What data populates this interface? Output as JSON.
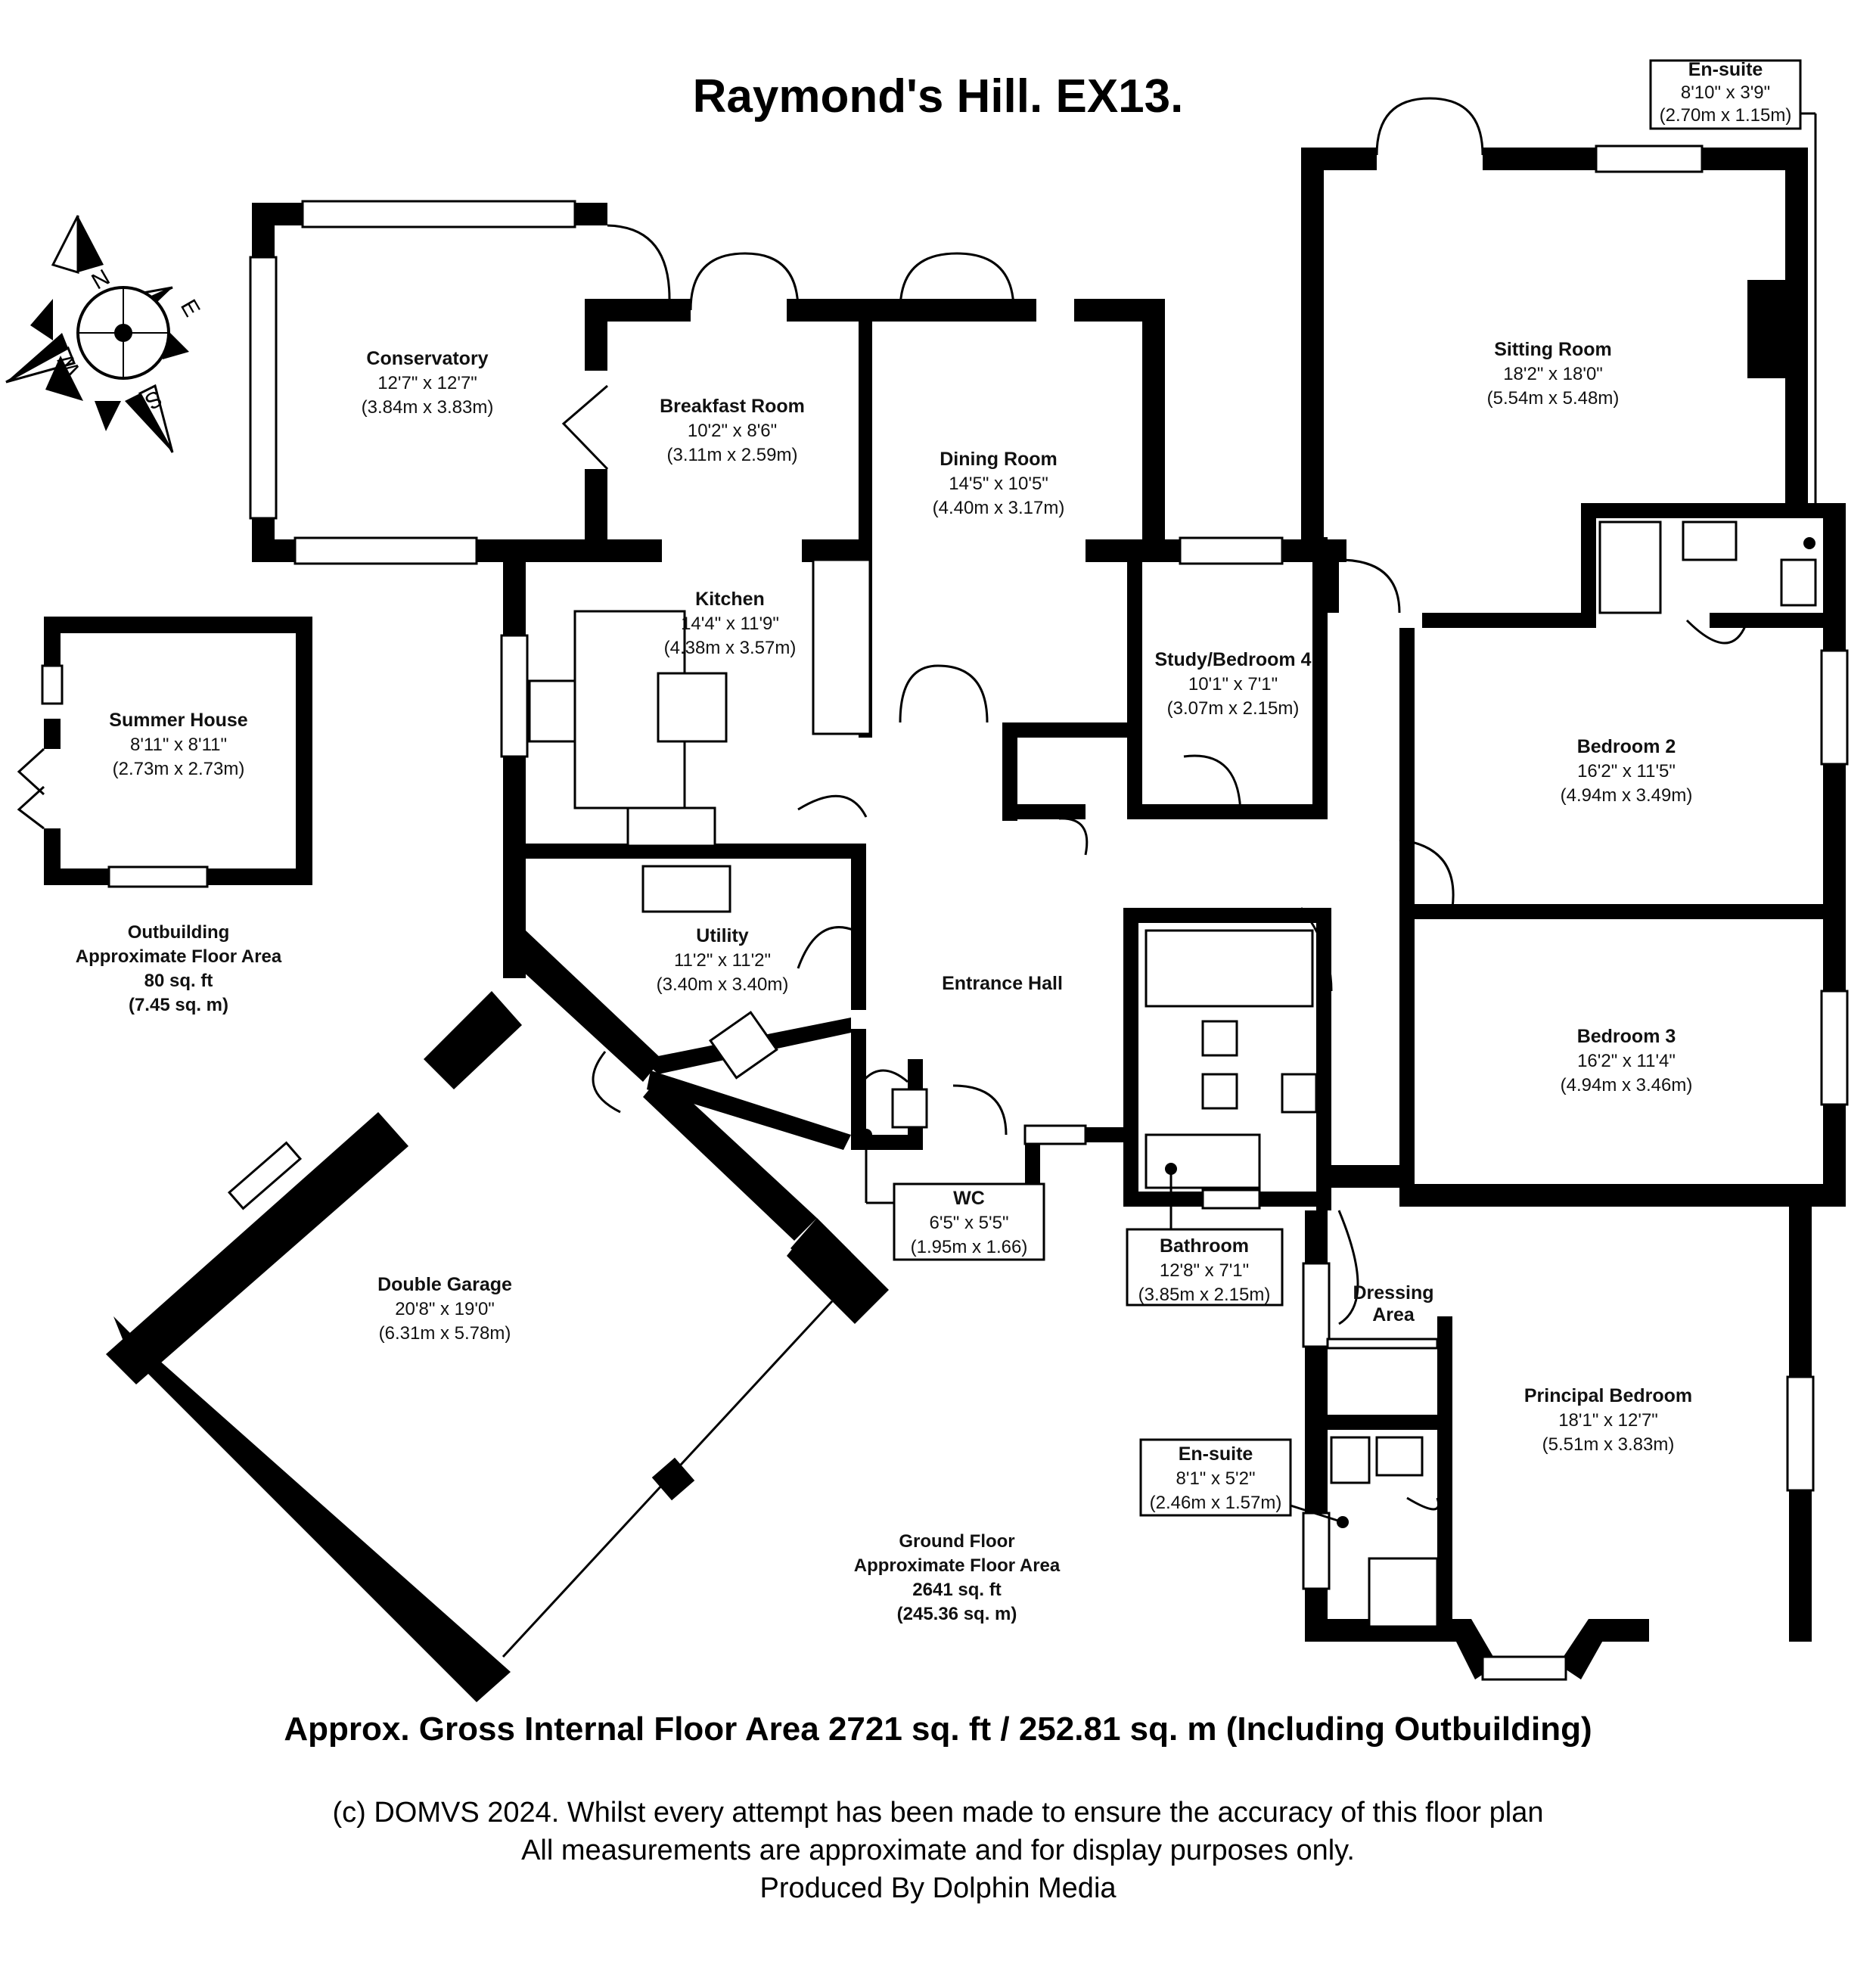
{
  "title": "Raymond's Hill. EX13.",
  "compass": {
    "n": "N",
    "e": "E",
    "s": "S",
    "w": "W"
  },
  "rooms": {
    "conservatory": {
      "name": "Conservatory",
      "imperial": "12'7\" x 12'7\"",
      "metric": "(3.84m x 3.83m)"
    },
    "breakfast": {
      "name": "Breakfast Room",
      "imperial": "10'2\" x 8'6\"",
      "metric": "(3.11m x 2.59m)"
    },
    "dining": {
      "name": "Dining Room",
      "imperial": "14'5\" x 10'5\"",
      "metric": "(4.40m x 3.17m)"
    },
    "sitting": {
      "name": "Sitting Room",
      "imperial": "18'2\" x 18'0\"",
      "metric": "(5.54m x 5.48m)"
    },
    "ensuite_top": {
      "name": "En-suite",
      "imperial": "8'10\" x 3'9\"",
      "metric": "(2.70m x 1.15m)"
    },
    "kitchen": {
      "name": "Kitchen",
      "imperial": "14'4\" x 11'9\"",
      "metric": "(4.38m x 3.57m)"
    },
    "study": {
      "name": "Study/Bedroom 4",
      "imperial": "10'1\" x 7'1\"",
      "metric": "(3.07m x 2.15m)"
    },
    "bedroom2": {
      "name": "Bedroom 2",
      "imperial": "16'2\" x 11'5\"",
      "metric": "(4.94m x 3.49m)"
    },
    "summer": {
      "name": "Summer House",
      "imperial": "8'11\" x 8'11\"",
      "metric": "(2.73m x 2.73m)"
    },
    "utility": {
      "name": "Utility",
      "imperial": "11'2\" x 11'2\"",
      "metric": "(3.40m x 3.40m)"
    },
    "hall": {
      "name": "Entrance Hall"
    },
    "bedroom3": {
      "name": "Bedroom 3",
      "imperial": "16'2\" x 11'4\"",
      "metric": "(4.94m x 3.46m)"
    },
    "wc": {
      "name": "WC",
      "imperial": "6'5\" x 5'5\"",
      "metric": "(1.95m x 1.66)"
    },
    "bathroom": {
      "name": "Bathroom",
      "imperial": "12'8\" x 7'1\"",
      "metric": "(3.85m x 2.15m)"
    },
    "dressing": {
      "name_line1": "Dressing",
      "name_line2": "Area"
    },
    "garage": {
      "name": "Double Garage",
      "imperial": "20'8\" x 19'0\"",
      "metric": "(6.31m x 5.78m)"
    },
    "principal": {
      "name": "Principal Bedroom",
      "imperial": "18'1\" x 12'7\"",
      "metric": "(5.51m x 3.83m)"
    },
    "ensuite_bottom": {
      "name": "En-suite",
      "imperial": "8'1\" x 5'2\"",
      "metric": "(2.46m x 1.57m)"
    }
  },
  "outbuilding_area": {
    "line1": "Outbuilding",
    "line2": "Approximate Floor Area",
    "line3": "80 sq. ft",
    "line4": "(7.45 sq. m)"
  },
  "ground_area": {
    "line1": "Ground Floor",
    "line2": "Approximate Floor Area",
    "line3": "2641 sq. ft",
    "line4": "(245.36 sq. m)"
  },
  "gross_area": "Approx. Gross Internal Floor Area 2721 sq. ft / 252.81 sq. m (Including Outbuilding)",
  "footer": {
    "line1": "(c) DOMVS 2024. Whilst every attempt has been made to ensure the accuracy of this floor plan",
    "line2": "All measurements are approximate and for display purposes only.",
    "line3": "Produced By Dolphin Media"
  }
}
